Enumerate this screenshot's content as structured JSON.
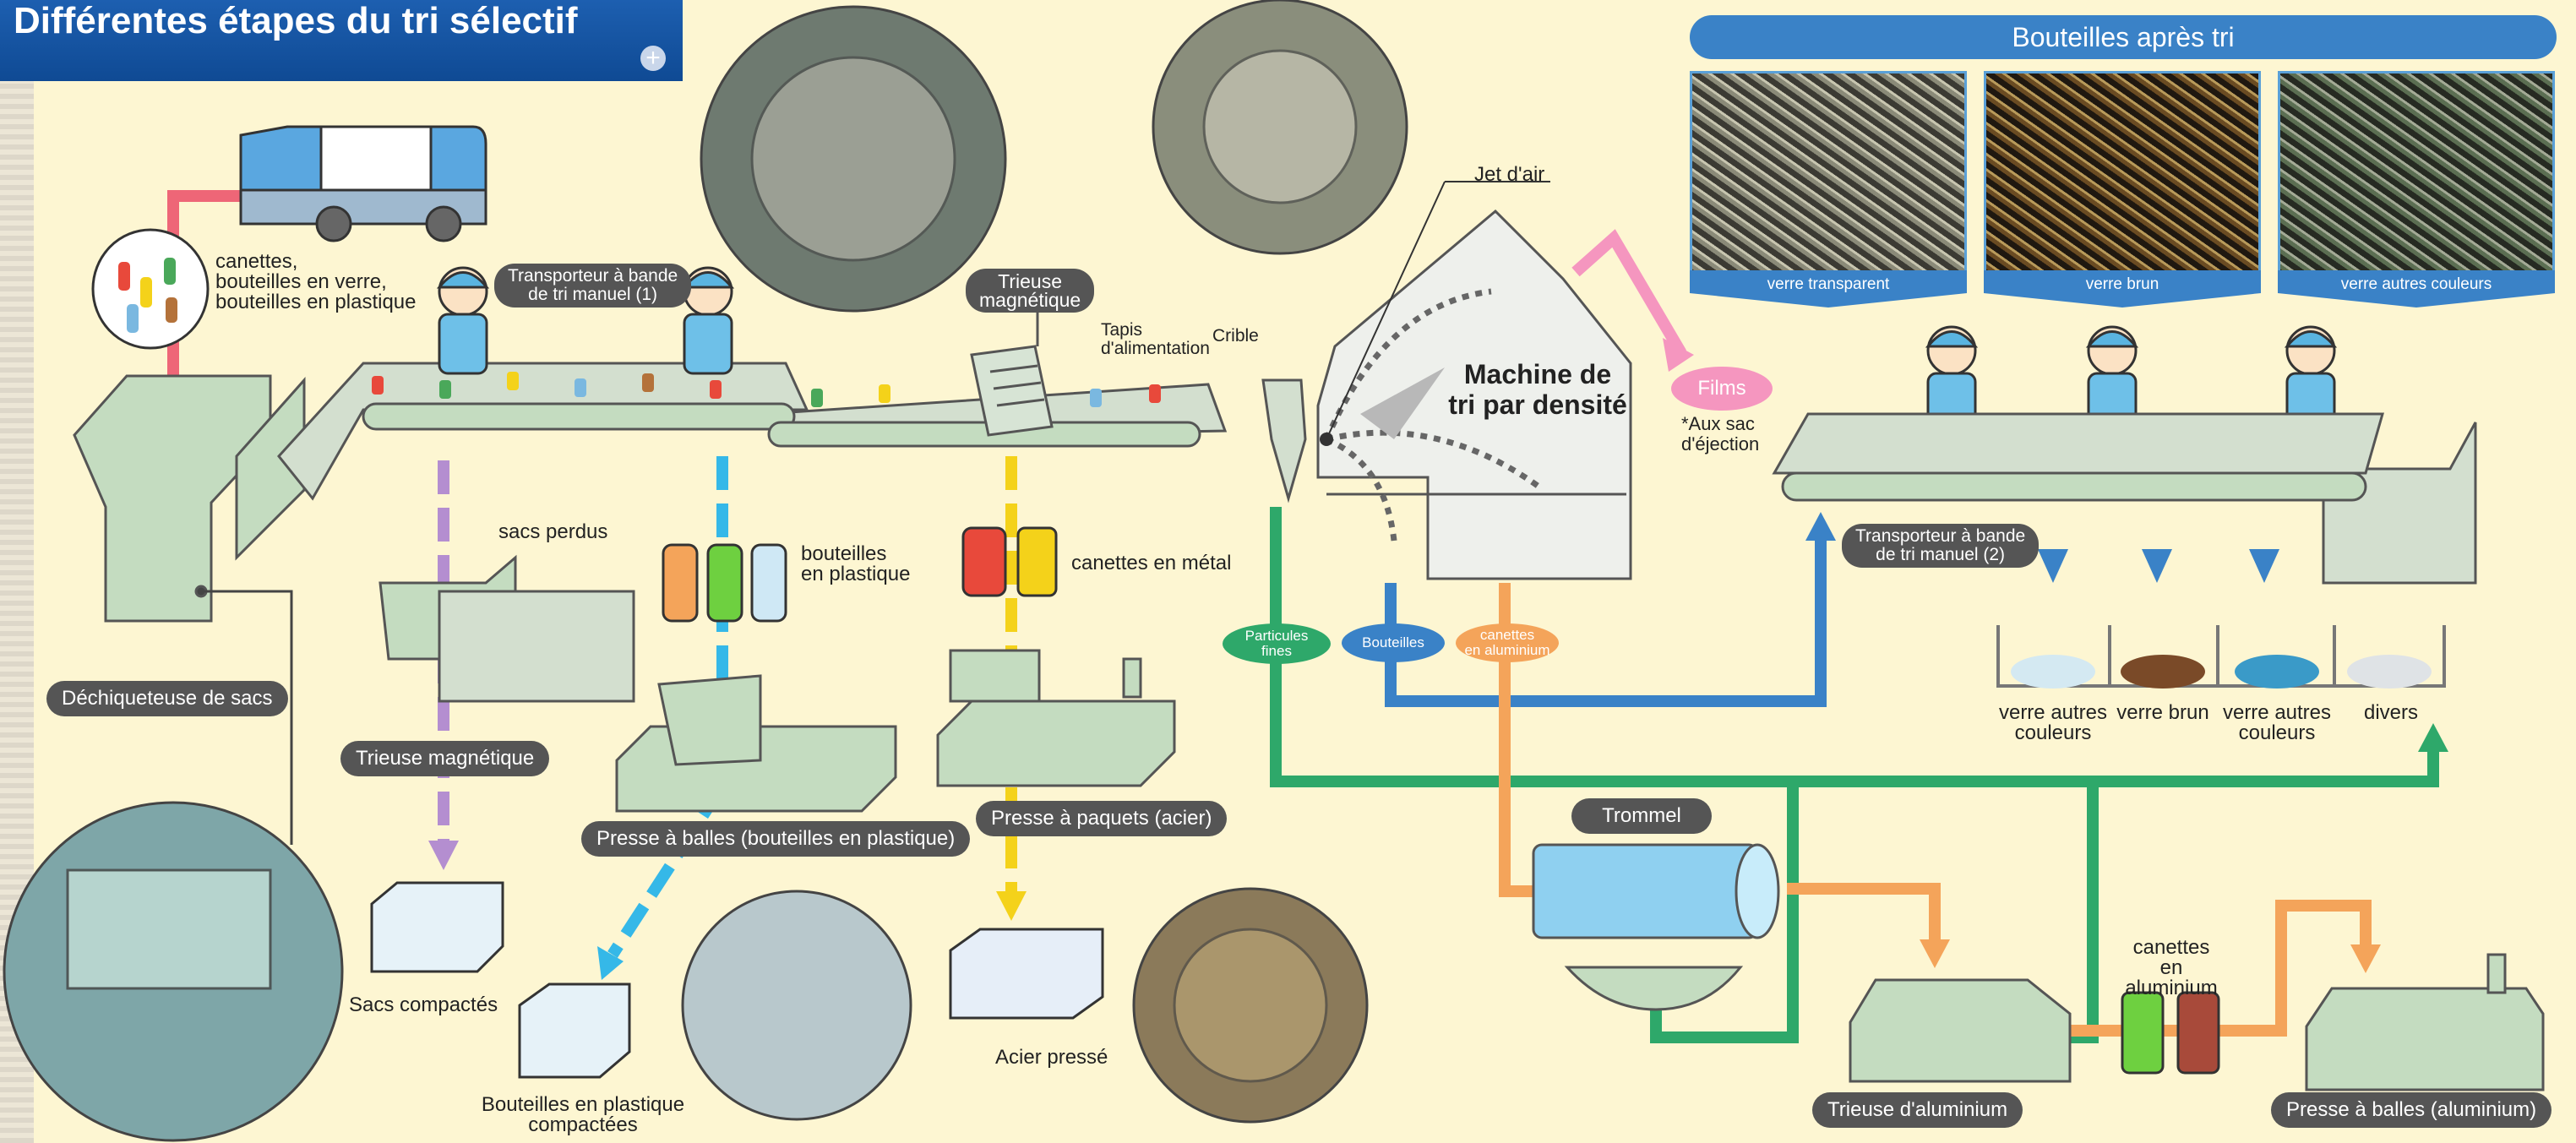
{
  "title": "Différentes étapes du tri sélectif",
  "header": {
    "bottles_after_sort": "Bouteilles après tri"
  },
  "photo_captions": [
    "verre transparent",
    "verre brun",
    "verre autres couleurs"
  ],
  "labels": {
    "collected_items": "canettes,\nbouteilles en verre,\nbouteilles en plastique",
    "conveyor_1": "Transporteur à bande\nde tri manuel (1)",
    "magnetic_sorter_top": "Trieuse\nmagnétique",
    "feed_belt": "Tapis\nd'alimentation",
    "screen": "Crible",
    "air_jet": "Jet d'air",
    "density_machine": "Machine de\ntri par densité",
    "films": "Films",
    "ejection_note": "*Aux sac\nd'éjection",
    "lost_bags": "sacs perdus",
    "plastic_bottles": "bouteilles\nen plastique",
    "metal_cans": "canettes en métal",
    "bag_shredder": "Déchiqueteuse de sacs",
    "magnetic_sorter_bottom": "Trieuse magnétique",
    "plastic_baler": "Presse à balles (bouteilles en plastique)",
    "steel_press": "Presse à paquets (acier)",
    "compacted_bags": "Sacs compactés",
    "compacted_plastic": "Bouteilles en plastique\ncompactées",
    "pressed_steel": "Acier pressé",
    "fine_particles": "Particules\nfines",
    "bottles": "Bouteilles",
    "alu_cans_oval": "canettes\nen aluminium",
    "trommel": "Trommel",
    "conveyor_2": "Transporteur à bande\nde tri manuel (2)",
    "bin_1": "verre autres\ncouleurs",
    "bin_2": "verre brun",
    "bin_3": "verre autres\ncouleurs",
    "bin_4": "divers",
    "alu_cans": "canettes\nen aluminium",
    "alu_sorter": "Trieuse d'aluminium",
    "alu_baler": "Presse à balles (aluminium)"
  },
  "colors": {
    "title_bg": "#1d5fb0",
    "background": "#fdf6d2",
    "machine": "#c4dcc0",
    "pipe_green": "#2ea86a",
    "pipe_blue": "#3a82c7",
    "pipe_orange": "#f4a45a",
    "pipe_yellow": "#f4d21a",
    "pipe_cyan": "#35b8e8",
    "pipe_purple": "#b48ed0",
    "pipe_pink": "#f596bf",
    "pipe_red": "#ee6677"
  }
}
